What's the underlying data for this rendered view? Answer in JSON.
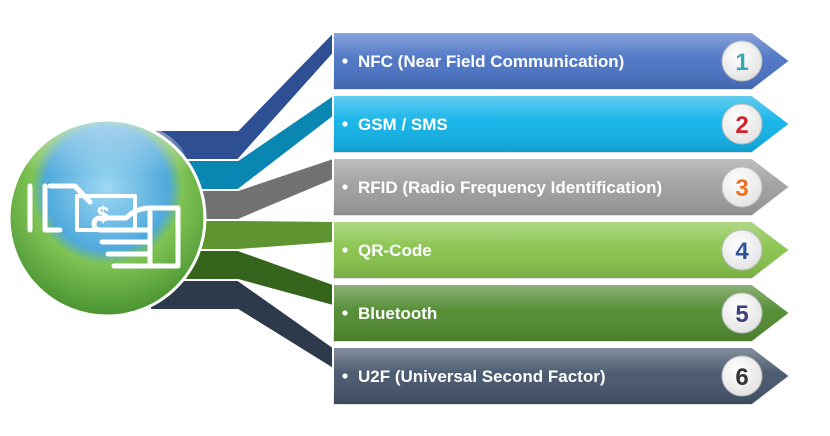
{
  "items": [
    {
      "number": "1",
      "label": "NFC (Near Field Communication)",
      "color": "#4a72c4",
      "light": "#7f9fe0",
      "dark": "#2f4f94",
      "number_color": "#3aa7b5"
    },
    {
      "number": "2",
      "label": "GSM / SMS",
      "color": "#0fb2e8",
      "light": "#5fd0f5",
      "dark": "#0a86b2",
      "number_color": "#d2232a"
    },
    {
      "number": "3",
      "label": "RFID (Radio Frequency Identification)",
      "color": "#9e9e9e",
      "light": "#cfcfcf",
      "dark": "#727272",
      "number_color": "#f07020"
    },
    {
      "number": "4",
      "label": "QR-Code",
      "color": "#86c34a",
      "light": "#b8e38a",
      "dark": "#5e9530",
      "number_color": "#2f5597"
    },
    {
      "number": "5",
      "label": "Bluetooth",
      "color": "#4f8a2e",
      "light": "#79b255",
      "dark": "#35641c",
      "number_color": "#3f3f7f"
    },
    {
      "number": "6",
      "label": "U2F (Universal Second Factor)",
      "color": "#44546a",
      "light": "#6c7d95",
      "dark": "#2c3a4c",
      "number_color": "#333333"
    }
  ],
  "icons": {
    "center": "hand-payment-icon"
  }
}
